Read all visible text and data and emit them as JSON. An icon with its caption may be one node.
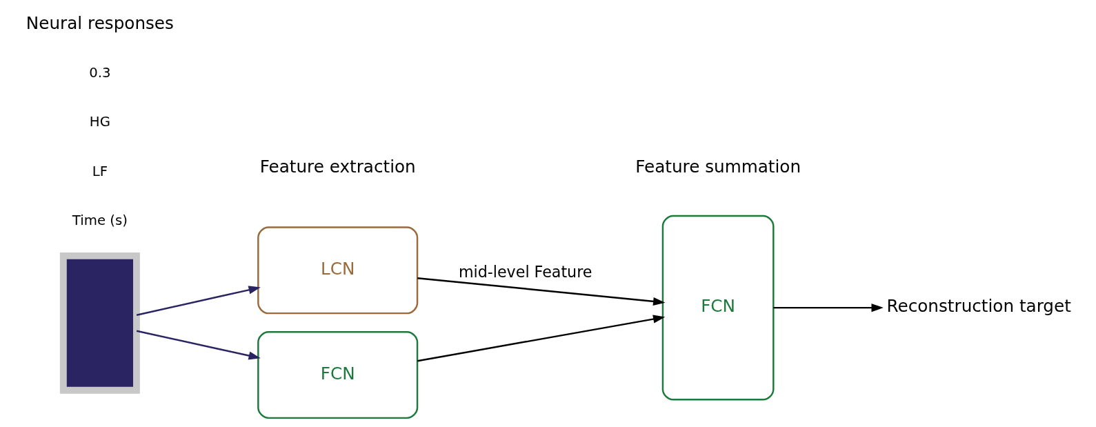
{
  "diagram": {
    "nodes": [
      {
        "text": [],
        "shape": "box"
      },
      {
        "text": [
          "LCN"
        ]
      },
      {
        "text": [
          "FCN"
        ]
      },
      {
        "text": [
          "FCN"
        ]
      },
      {
        "text": [
          "Reconstruction target"
        ]
      }
    ],
    "edges": [
      {
        "from": 0,
        "to": 1,
        "arrow": "to",
        "color": "#2b2463"
      },
      {
        "from": 0,
        "to": 2,
        "arrow": "to",
        "color": "#2b2463"
      },
      {
        "from": 1,
        "to": 3,
        "arrow": "to",
        "label": "mid-level Feature"
      },
      {
        "from": 2,
        "to": 3,
        "arrow": "to"
      },
      {
        "from": 3,
        "to": 4,
        "arrow": "to"
      }
    ],
    "labels": [
      "Neural responses",
      "Feature extraction",
      "Feature summation",
      "0.3",
      "HG",
      "LF",
      "Time (s)"
    ]
  }
}
